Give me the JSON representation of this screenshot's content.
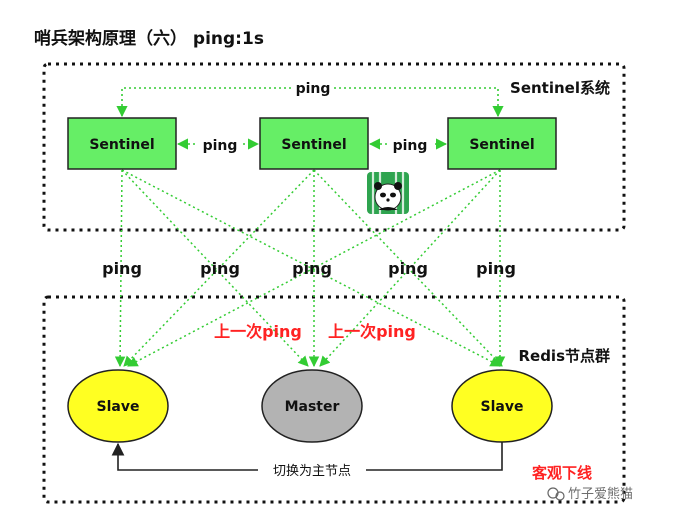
{
  "title": "哨兵架构原理（六） ping:1s",
  "groups": {
    "sentinel_system_label": "Sentinel系统",
    "redis_cluster_label": "Redis节点群"
  },
  "sentinels": [
    "Sentinel",
    "Sentinel",
    "Sentinel"
  ],
  "redis_nodes": {
    "slave_left": "Slave",
    "master": "Master",
    "slave_right": "Slave"
  },
  "ping_labels": {
    "top": "ping",
    "between_1_2": "ping",
    "between_2_3": "ping",
    "row": [
      "ping",
      "ping",
      "ping",
      "ping",
      "ping"
    ]
  },
  "last_ping_labels": [
    "上一次ping",
    "上一次ping"
  ],
  "failover_label": "切换为主节点",
  "subjective_down_label": "客观下线",
  "watermark": "竹子爱熊猫",
  "colors": {
    "sentinel_fill": "#66ee66",
    "slave_fill": "#ffff22",
    "master_fill": "#b3b3b3",
    "ping_arrow": "#33cc33",
    "alert_red": "#ff2222"
  }
}
